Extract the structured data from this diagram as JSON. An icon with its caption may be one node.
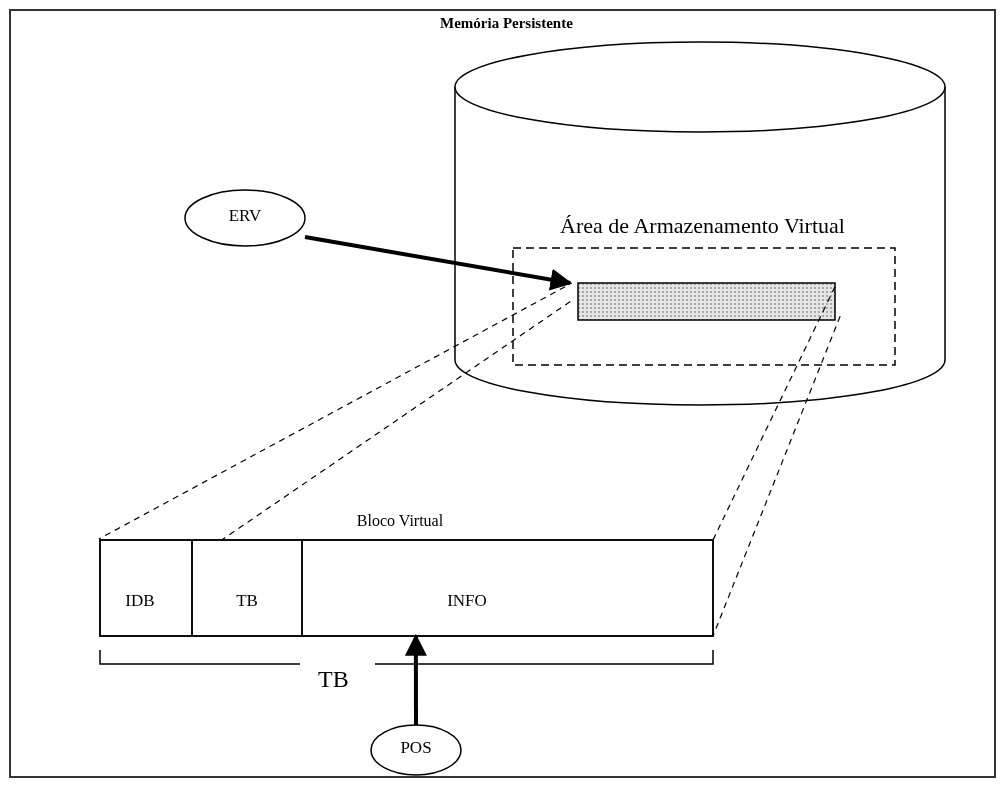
{
  "diagram": {
    "nodes": [
      {
        "text": [
          "Memória Persistente"
        ]
      },
      {
        "text": [
          "Área de Armazenamento Virtual"
        ],
        "in": 0
      },
      {
        "text": [],
        "shape": "bar",
        "in": 1
      },
      {
        "text": [
          "ERV"
        ]
      },
      {
        "text": [
          "Bloco Virtual"
        ]
      },
      {
        "text": [
          "IDB"
        ],
        "in": 4
      },
      {
        "text": [
          "TB"
        ],
        "in": 4
      },
      {
        "text": [
          "INFO"
        ],
        "in": 4
      },
      {
        "text": [
          "POS"
        ]
      }
    ],
    "edges": [
      {
        "from": 3,
        "to": 2,
        "arrow": "to",
        "style": "thick"
      },
      {
        "from": 8,
        "to": 7,
        "arrow": "to",
        "style": "thick"
      },
      {
        "from": 2,
        "to": 4,
        "arrow": "none",
        "style": "dashed"
      },
      {
        "from": 2,
        "to": 6,
        "arrow": "none",
        "style": "dashed"
      },
      {
        "from": 2,
        "to": 4,
        "arrow": "none",
        "style": "dashed"
      },
      {
        "from": 2,
        "to": 4,
        "arrow": "none",
        "style": "dashed"
      }
    ],
    "labels": [
      "TB"
    ]
  }
}
